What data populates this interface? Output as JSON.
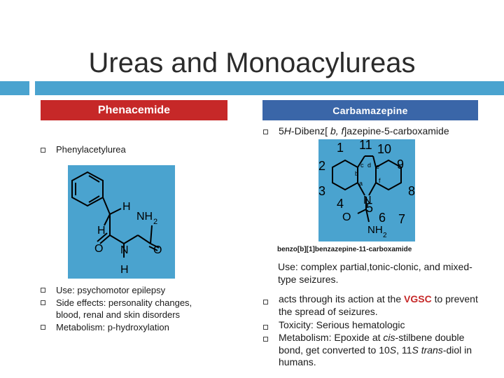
{
  "slide": {
    "title": "Ureas and Monoacylureas"
  },
  "left": {
    "header": "Phenacemide",
    "name": "Phenylacetylurea",
    "bullets": [
      "Use: psychomotor epilepsy",
      "Side effects: personality changes, blood, renal and skin disorders",
      "Metabolism: p-hydroxylation"
    ]
  },
  "right": {
    "header": "Carbamazepine",
    "iupac_pre": "5",
    "iupac_h": "H",
    "iupac_mid": "-Dibenz[ ",
    "iupac_b": "b, f",
    "iupac_post": "]azepine-5-carboxamide",
    "caption": "benzo[b][1]benzazepine-11-carboxamide",
    "use": "Use: complex partial,tonic-clonic, and mixed-type seizures.",
    "vgsc_pre": "acts through its action at the ",
    "vgsc": "VGSC",
    "vgsc_post": " to prevent the spread of seizures.",
    "toxicity": "Toxicity: Serious hematologic",
    "metab_1": "Metabolism: Epoxide at ",
    "metab_cis": "cis",
    "metab_2": "-stilbene double bond, get converted to 10",
    "metab_s1": "S",
    "metab_3": ", 11",
    "metab_s2": "S",
    "metab_trans": "trans",
    "metab_4": "-diol in humans."
  },
  "colors": {
    "accent_blue": "#4aa3cf",
    "header_red": "#c62828",
    "header_blue": "#3a66a8"
  }
}
